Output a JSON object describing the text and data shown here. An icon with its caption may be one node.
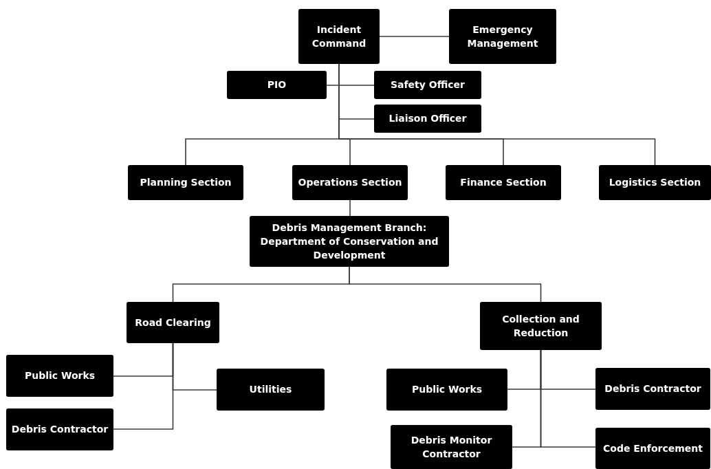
{
  "diagram": {
    "nodes": [
      {
        "text": [
          "Incident Command"
        ]
      },
      {
        "text": [
          "Emergency Management"
        ]
      },
      {
        "text": [
          "PIO"
        ]
      },
      {
        "text": [
          "Safety Officer"
        ]
      },
      {
        "text": [
          "Liaison Officer"
        ]
      },
      {
        "text": [
          "Planning Section"
        ]
      },
      {
        "text": [
          "Operations Section"
        ]
      },
      {
        "text": [
          "Finance Section"
        ]
      },
      {
        "text": [
          "Logistics Section"
        ]
      },
      {
        "text": [
          "Debris Management Branch: Department of Conservation and Development"
        ]
      },
      {
        "text": [
          "Road Clearing"
        ]
      },
      {
        "text": [
          "Collection and Reduction"
        ]
      },
      {
        "text": [
          "Public Works"
        ]
      },
      {
        "text": [
          "Debris Contractor"
        ]
      },
      {
        "text": [
          "Utilities"
        ]
      },
      {
        "text": [
          "Public Works"
        ]
      },
      {
        "text": [
          "Debris Contractor"
        ]
      },
      {
        "text": [
          "Debris Monitor Contractor"
        ]
      },
      {
        "text": [
          "Code Enforcement"
        ]
      }
    ],
    "edges": [
      {
        "from": 0,
        "to": 1,
        "arrow": "none"
      },
      {
        "from": 0,
        "to": 2,
        "arrow": "none"
      },
      {
        "from": 0,
        "to": 3,
        "arrow": "none"
      },
      {
        "from": 0,
        "to": 4,
        "arrow": "none"
      },
      {
        "from": 0,
        "to": 5,
        "arrow": "none"
      },
      {
        "from": 0,
        "to": 6,
        "arrow": "none"
      },
      {
        "from": 0,
        "to": 7,
        "arrow": "none"
      },
      {
        "from": 0,
        "to": 8,
        "arrow": "none"
      },
      {
        "from": 6,
        "to": 9,
        "arrow": "none"
      },
      {
        "from": 9,
        "to": 10,
        "arrow": "none"
      },
      {
        "from": 9,
        "to": 11,
        "arrow": "none"
      },
      {
        "from": 10,
        "to": 12,
        "arrow": "none"
      },
      {
        "from": 10,
        "to": 13,
        "arrow": "none"
      },
      {
        "from": 10,
        "to": 14,
        "arrow": "none"
      },
      {
        "from": 11,
        "to": 15,
        "arrow": "none"
      },
      {
        "from": 11,
        "to": 16,
        "arrow": "none"
      },
      {
        "from": 11,
        "to": 17,
        "arrow": "none"
      },
      {
        "from": 11,
        "to": 18,
        "arrow": "none"
      }
    ]
  }
}
